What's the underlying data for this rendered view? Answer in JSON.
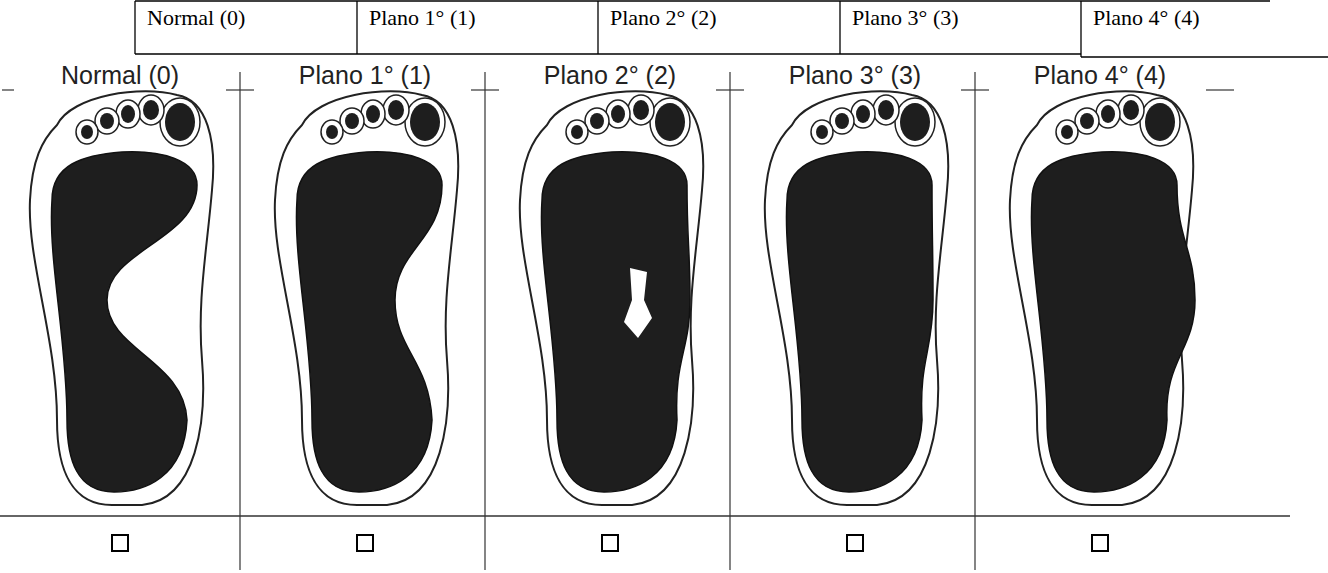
{
  "diagram": {
    "labels": [
      "Normal (0)",
      "Plano 1° (1)",
      "Plano 2° (2)",
      "Plano 3° (3)",
      "Plano 4° (4)",
      "Normal (0)",
      "Plano 1° (1)",
      "Plano 2° (2)",
      "Plano 3° (3)",
      "Plano 4° (4)"
    ]
  }
}
